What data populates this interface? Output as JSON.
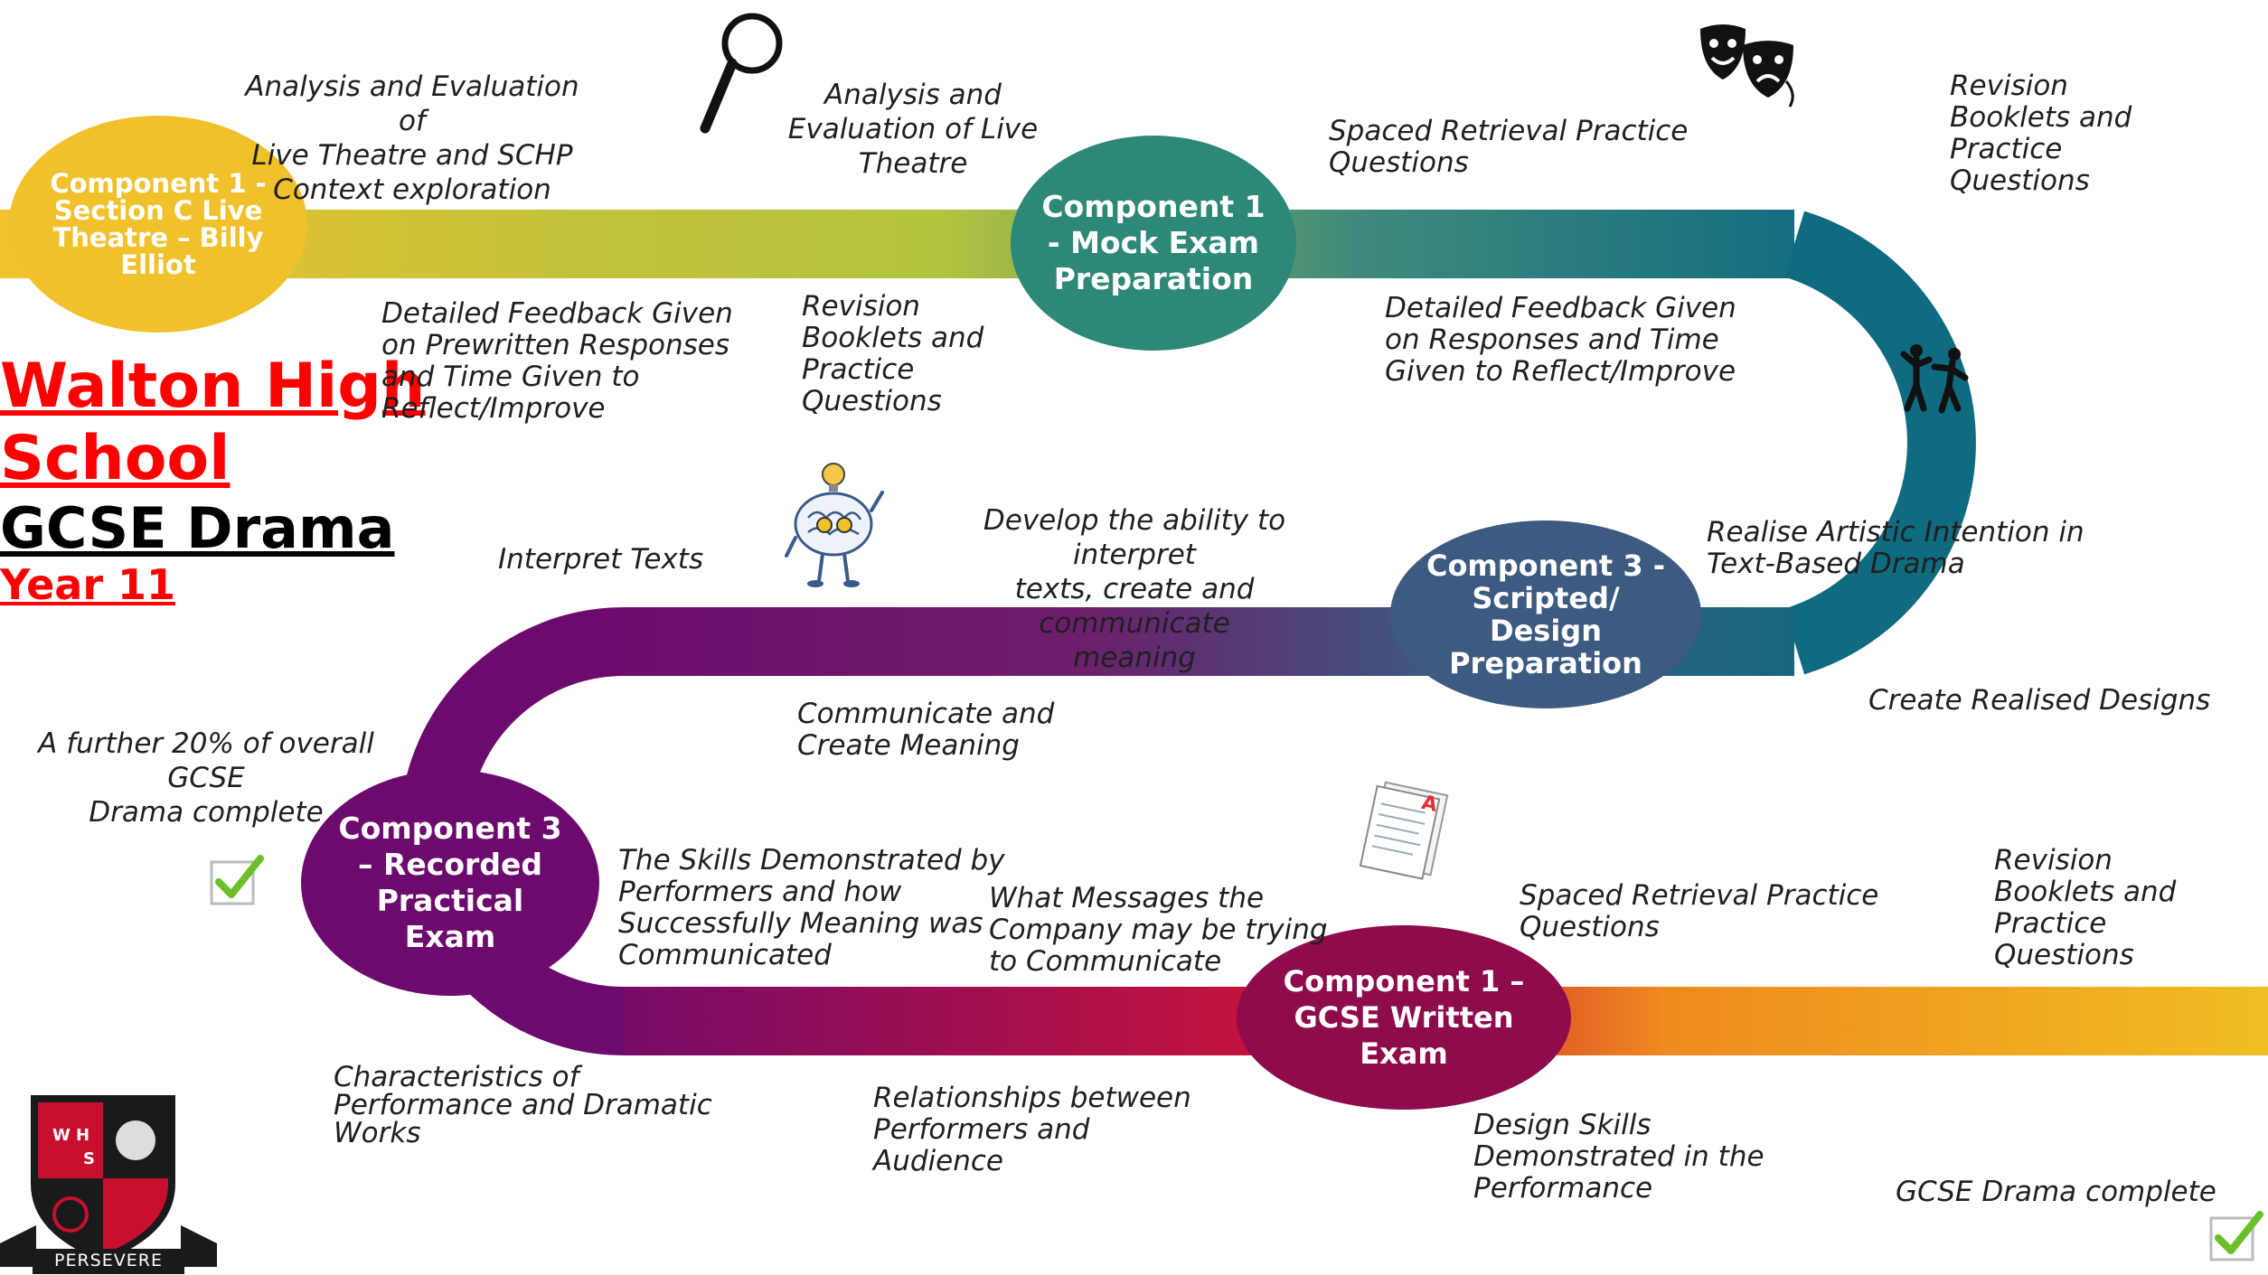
{
  "school": {
    "name_line1": "Walton High",
    "name_line2": "School",
    "subject": "GCSE Drama",
    "year": "Year 11"
  },
  "colors": {
    "title_red": "#ff0000",
    "yellow": "#f0c12a",
    "teal": "#2e8877",
    "navy": "#3d5a80",
    "purple": "#6d0a6d",
    "crimson": "#8e0c4c",
    "check": "#6abf2a"
  },
  "nodes": {
    "comp1_live": "Component 1 -\nSection C Live\nTheatre  – Billy\nElliot",
    "comp1_mock": "Component 1\n- Mock Exam\nPreparation",
    "comp3_scripted": "Component 3 -\nScripted/\nDesign\nPreparation",
    "comp3_recorded": "Component 3\n– Recorded\nPractical\nExam",
    "comp1_written": "Component 1 –\nGCSE Written\nExam"
  },
  "labels": {
    "analysis_schp": "Analysis and Evaluation of\nLive Theatre and SCHP\nContext exploration",
    "analysis_live": "Analysis and\nEvaluation of Live\nTheatre",
    "spaced_top": "Spaced Retrieval Practice\nQuestions",
    "revision_top_right": "Revision\nBooklets and\nPractice\nQuestions",
    "feedback_prewritten": "Detailed Feedback Given\non Prewritten Responses\nand Time Given to\nReflect/Improve",
    "revision_mid": "Revision\nBooklets and\nPractice\nQuestions",
    "feedback_responses": "Detailed Feedback Given\non Responses and Time\nGiven to Reflect/Improve",
    "interpret_texts": "Interpret Texts",
    "develop_ability": "Develop the ability to interpret\ntexts, create and communicate\nmeaning",
    "realise_intention": "Realise Artistic Intention in\nText-Based Drama",
    "create_designs": "Create Realised Designs",
    "further_20": "A further 20% of overall GCSE\nDrama complete",
    "communicate_meaning": "Communicate and\nCreate Meaning",
    "skills_demonstrated": "The Skills Demonstrated by\nPerformers and how\nSuccessfully Meaning was\nCommunicated",
    "what_messages": "What Messages the\nCompany may be trying\nto Communicate",
    "spaced_bottom": "Spaced Retrieval Practice\nQuestions",
    "revision_bottom_right": "Revision\nBooklets and\nPractice\nQuestions",
    "characteristics": "Characteristics of\nPerformance and Dramatic\nWorks",
    "relationships": "Relationships between\nPerformers and\nAudience",
    "design_skills": "Design Skills\nDemonstrated in the\nPerformance",
    "gcse_complete": "GCSE Drama complete"
  },
  "icons": [
    "magnifier-icon",
    "theatre-masks-icon",
    "performers-icon",
    "thinking-brain-icon",
    "exam-paper-icon",
    "checkmark-icon",
    "school-crest-icon"
  ],
  "crest": {
    "motto": "PERSEVERE",
    "initials": [
      "W",
      "H",
      "S"
    ]
  }
}
